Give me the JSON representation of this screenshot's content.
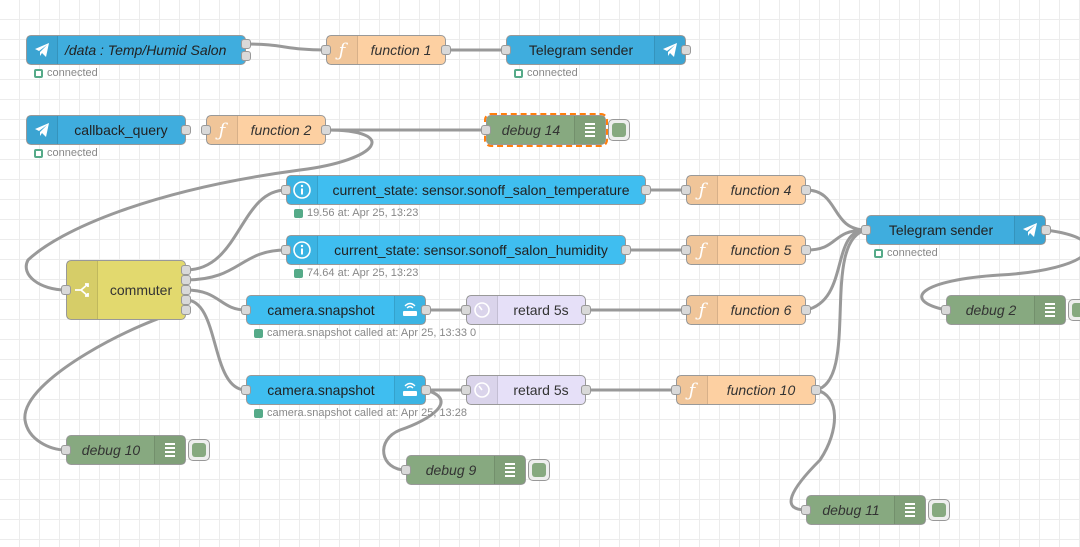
{
  "nodes": {
    "tg_in_data": {
      "label": "/data : Temp/Humid Salon",
      "status": "connected"
    },
    "function_1": {
      "label": "function 1"
    },
    "tg_sender_1": {
      "label": "Telegram sender",
      "status": "connected"
    },
    "tg_in_callback": {
      "label": "callback_query",
      "status": "connected"
    },
    "function_2": {
      "label": "function 2"
    },
    "debug_14": {
      "label": "debug 14"
    },
    "state_temp": {
      "label": "current_state: sensor.sonoff_salon_temperature",
      "status": "19.56 at: Apr 25, 13:23"
    },
    "function_4": {
      "label": "function 4"
    },
    "tg_sender_2": {
      "label": "Telegram sender",
      "status": "connected"
    },
    "state_humid": {
      "label": "current_state: sensor.sonoff_salon_humidity",
      "status": "74.64 at: Apr 25, 13:23"
    },
    "function_5": {
      "label": "function 5"
    },
    "commuter": {
      "label": "commuter"
    },
    "camera_1": {
      "label": "camera.snapshot",
      "status": "camera.snapshot called at: Apr 25, 13:33 0"
    },
    "retard_1": {
      "label": "retard 5s"
    },
    "function_6": {
      "label": "function 6"
    },
    "debug_2": {
      "label": "debug 2"
    },
    "camera_2": {
      "label": "camera.snapshot",
      "status": "camera.snapshot called at: Apr 25, 13:28"
    },
    "retard_2": {
      "label": "retard 5s"
    },
    "function_10": {
      "label": "function 10"
    },
    "debug_10": {
      "label": "debug 10"
    },
    "debug_9": {
      "label": "debug 9"
    },
    "debug_11": {
      "label": "debug 11"
    }
  },
  "colors": {
    "telegram": "#3fadde",
    "function": "#fdd0a2",
    "api_current_state": "#3fbef0",
    "delay": "#e6e0f8",
    "debug": "#87a980",
    "switch": "#e2d96e",
    "wire": "#999999",
    "status_connected": "#55aa88",
    "selection": "#ff7f0e"
  },
  "icons": {
    "telegram": "telegram-paper-plane-icon",
    "function": "function-f-icon",
    "info": "info-circle-icon",
    "delay": "timer-icon",
    "switch": "switch-branch-icon",
    "debug": "debug-list-icon",
    "service": "router-icon"
  }
}
